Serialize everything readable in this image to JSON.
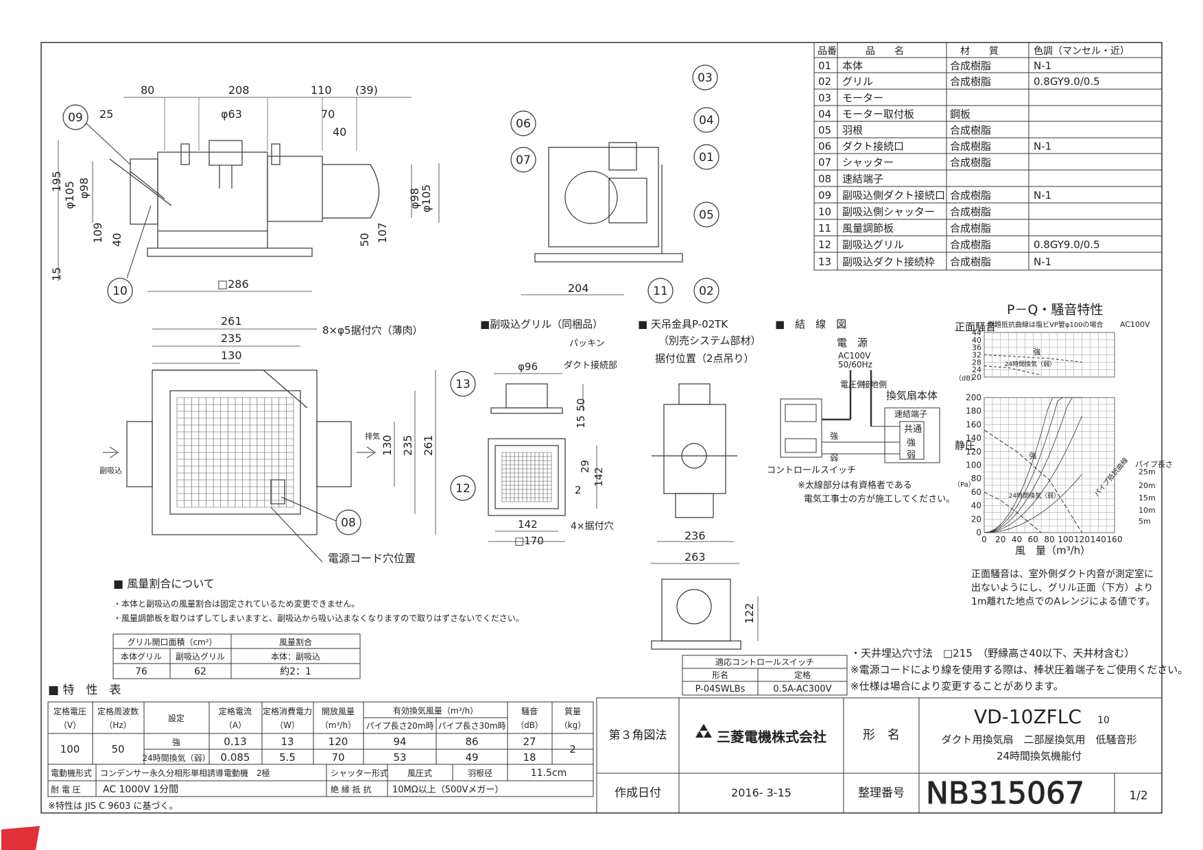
{
  "parts_table": {
    "headers": [
      "品番",
      "品　　名",
      "材　　質",
      "色調（マンセル・近）"
    ],
    "rows": [
      [
        "01",
        "本体",
        "合成樹脂",
        "N-1"
      ],
      [
        "02",
        "グリル",
        "合成樹脂",
        "0.8GY9.0/0.5"
      ],
      [
        "03",
        "モーター",
        "",
        ""
      ],
      [
        "04",
        "モーター取付板",
        "鋼板",
        ""
      ],
      [
        "05",
        "羽根",
        "合成樹脂",
        ""
      ],
      [
        "06",
        "ダクト接続口",
        "合成樹脂",
        "N-1"
      ],
      [
        "07",
        "シャッター",
        "合成樹脂",
        ""
      ],
      [
        "08",
        "速結端子",
        "",
        ""
      ],
      [
        "09",
        "副吸込側ダクト接続口",
        "合成樹脂",
        "N-1"
      ],
      [
        "10",
        "副吸込側シャッター",
        "合成樹脂",
        ""
      ],
      [
        "11",
        "風量調節板",
        "合成樹脂",
        ""
      ],
      [
        "12",
        "副吸込グリル",
        "合成樹脂",
        "0.8GY9.0/0.5"
      ],
      [
        "13",
        "副吸込ダクト接続枠",
        "合成樹脂",
        "N-1"
      ]
    ]
  },
  "front_view": {
    "dims": [
      "80",
      "208",
      "110",
      "(39)",
      "25",
      "φ63",
      "70",
      "40",
      "195",
      "φ105",
      "φ98",
      "φ98",
      "φ105",
      "109",
      "40",
      "50",
      "107",
      "15",
      "□286"
    ],
    "callouts": [
      "09",
      "10"
    ]
  },
  "side_view": {
    "dims": [
      "204"
    ],
    "callouts": [
      "03",
      "06",
      "04",
      "07",
      "01",
      "05",
      "11",
      "02"
    ]
  },
  "plan_view": {
    "dims": [
      "261",
      "235",
      "130",
      "130",
      "235",
      "261"
    ],
    "hole_note": "8×φ5据付穴（薄肉）",
    "intake_label": "副吸込",
    "exhaust_label": "排気",
    "callout": "08",
    "cord_note": "電源コード穴位置"
  },
  "sub_grille": {
    "title": "■副吸込グリル（同梱品）",
    "packing": "パッキン",
    "duct": "ダクト接続部",
    "dims": [
      "φ96",
      "50",
      "15",
      "29",
      "142",
      "2",
      "142",
      "□170"
    ],
    "holes": "4×据付穴",
    "callouts": [
      "13",
      "12"
    ]
  },
  "hanger": {
    "title": "■ 天吊金具P-02TK",
    "sub": "（別売システム部材）",
    "pos": "据付位置（2点吊り）",
    "dims": [
      "236",
      "263",
      "122"
    ]
  },
  "wiring": {
    "title": "■　結　線　図",
    "power": "電　源",
    "ac": "AC100V",
    "hz": "50/60Hz",
    "voltage_side": "電圧側",
    "ground_side": "接地側",
    "fan_body": "換気扇本体",
    "terminal": "速結端子",
    "common": "共通",
    "strong": "強",
    "weak": "弱",
    "sw_strong": "強",
    "sw_weak": "弱",
    "switch": "コントロールスイッチ",
    "note1": "※太線部分は有資格者である",
    "note2": "電気工事士の方が施工してください。"
  },
  "airflow_ratio": {
    "title": "■ 風量割合について",
    "note1": "・本体と副吸込の風量割合は固定されているため変更できません。",
    "note2": "・風量調節板を取りはずしてしまいますと、副吸込から吸い込まなくなりますので取りはずさないでください。",
    "h_area": "グリル開口面積（cm²）",
    "h_ratio": "風量割合",
    "h_main": "本体グリル",
    "h_sub": "副吸込グリル",
    "h_ratio_sub": "本体：副吸込",
    "v_main": "76",
    "v_sub": "62",
    "v_ratio": "約2：1"
  },
  "characteristics": {
    "title": "■ 特　性　表",
    "h_voltage": "定格電圧",
    "u_voltage": "（V）",
    "h_freq": "定格周波数",
    "u_freq": "（Hz）",
    "h_setting": "設定",
    "h_current": "定格電流",
    "u_current": "（A）",
    "h_power": "定格消費電力",
    "u_power": "（W）",
    "h_open": "開放風量",
    "u_open": "（m³/h）",
    "h_effective": "有効換気風量（m³/h）",
    "h_pipe20": "パイプ長さ20m時",
    "h_pipe30": "パイプ長さ30m時",
    "h_noise": "騒音",
    "u_noise": "（dB）",
    "h_mass": "質量",
    "u_mass": "（kg）",
    "voltage": "100",
    "freq": "50",
    "mass": "2",
    "rows": [
      [
        "強",
        "0.13",
        "13",
        "120",
        "94",
        "86",
        "27"
      ],
      [
        "24時間換気（弱）",
        "0.085",
        "5.5",
        "70",
        "53",
        "49",
        "18"
      ]
    ],
    "motor_label": "電動機形式",
    "motor": "コンデンサー永久分相形単相誘導電動機　2極",
    "shutter_label": "シャッター形式",
    "shutter": "風圧式",
    "blade_label": "羽根径",
    "blade": "11.5cm",
    "withstand_label": "耐 電 圧",
    "withstand": "AC 1000V 1分間",
    "insulation_label": "絶 縁 抵 抗",
    "insulation": "10MΩ以上（500Vメガー）",
    "note": "※特性は JIS C 9603 に基づく。"
  },
  "switch_table": {
    "title": "適応コントロールスイッチ",
    "h_model": "形名",
    "h_rating": "定格",
    "model": "P-04SWLBs",
    "rating": "0.5A-AC300V"
  },
  "pq_chart": {
    "title": "P－Q・騒音特性",
    "noise_note": "問題抵抗曲線は塩ビVP管φ100の場合",
    "ac": "AC100V",
    "noise_label": "正面騒音",
    "noise_unit": "（dB）",
    "pressure_label": "静圧",
    "pressure_unit": "（Pa）",
    "xlabel": "風　量（m³/h）",
    "strong": "強",
    "h24": "24時間換気（弱）",
    "pipe_len": "パイプ長さ",
    "pipe_curve": "パイプ抵抗曲線",
    "pipe_labels": [
      "25m",
      "20m",
      "15m",
      "10m",
      "5m"
    ],
    "note1": "正面騒音は、室外側ダクト内音が測定室に",
    "note2": "出ないようにし、グリル正面（下方）より",
    "note3": "1m離れた地点でのAレンジによる値です。"
  },
  "chart_data": [
    {
      "type": "line",
      "title": "P－Q・騒音特性",
      "ylabel": "正面騒音（dB）",
      "ylim": [
        20,
        44
      ],
      "yticks": [
        20,
        24,
        28,
        32,
        36,
        40,
        44
      ],
      "xlim": [
        0,
        160
      ],
      "series": [
        {
          "name": "強",
          "x": [
            0,
            40,
            80,
            120
          ],
          "y": [
            32,
            31,
            30,
            28
          ]
        },
        {
          "name": "24時間換気（弱）",
          "x": [
            0,
            30,
            50,
            70
          ],
          "y": [
            26,
            25,
            23,
            21
          ]
        }
      ]
    },
    {
      "type": "line",
      "title": "",
      "xlabel": "風　量（m³/h）",
      "ylabel": "静圧（Pa）",
      "xlim": [
        0,
        160
      ],
      "ylim": [
        0,
        200
      ],
      "xticks": [
        0,
        20,
        40,
        60,
        80,
        100,
        120,
        140,
        160
      ],
      "yticks": [
        0,
        20,
        40,
        60,
        80,
        100,
        120,
        140,
        160,
        180,
        200
      ],
      "series": [
        {
          "name": "強",
          "x": [
            0,
            40,
            80,
            120
          ],
          "y": [
            152,
            120,
            78,
            0
          ]
        },
        {
          "name": "24時間換気（弱）",
          "x": [
            0,
            20,
            40,
            60,
            70
          ],
          "y": [
            60,
            48,
            30,
            10,
            0
          ]
        }
      ]
    }
  ],
  "title_block": {
    "projection": "第３角図法",
    "company": "三菱電機株式会社",
    "name_label": "形　名",
    "model": "VD-10ZFLC",
    "model_sub": "10",
    "desc1": "ダクト用換気扇　二部屋換気用　低騒音形",
    "desc2": "24時間換気機能付",
    "date_label": "作成日付",
    "date": "2016- 3-15",
    "number_label": "整理番号",
    "number": "NB315067",
    "page": "1/2"
  },
  "notes": {
    "n1": "・天井埋込穴寸法　□215　（野縁高さ40以下、天井材含む）",
    "n2": "※電源コードにより線を使用する際は、棒状圧着端子をご使用ください。",
    "n3": "※仕様は場合により変更することがあります。"
  }
}
